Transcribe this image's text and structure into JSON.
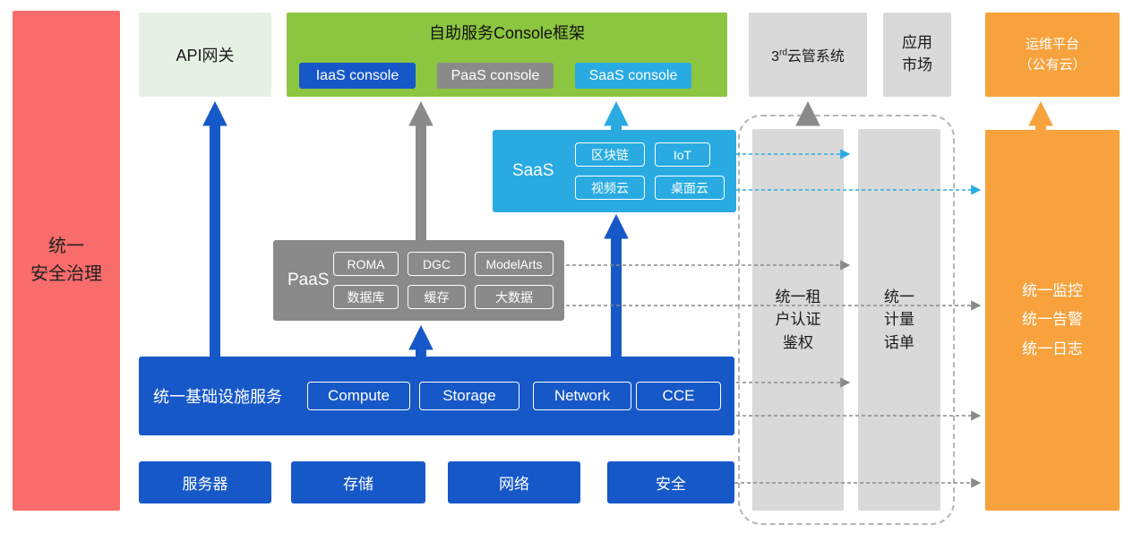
{
  "security_bar": {
    "label": "统一\n安全治理"
  },
  "api_gateway": {
    "label": "API网关"
  },
  "console_frame": {
    "title": "自助服务Console框架",
    "consoles": [
      {
        "label": "IaaS console"
      },
      {
        "label": "PaaS console"
      },
      {
        "label": "SaaS console"
      }
    ]
  },
  "third_cloud_mgmt": {
    "prefix": "3",
    "superscript": "rd",
    "suffix": "云管系统"
  },
  "app_market": {
    "label": "应用\n市场"
  },
  "ops_platform": {
    "label": "运维平台\n（公有云）"
  },
  "saas_layer": {
    "label": "SaaS",
    "items": [
      "区块链",
      "IoT",
      "视频云",
      "桌面云"
    ]
  },
  "paas_layer": {
    "label": "PaaS",
    "items": [
      "ROMA",
      "DGC",
      "ModelArts",
      "数据库",
      "缓存",
      "大数据"
    ]
  },
  "infra_layer": {
    "label": "统一基础设施服务",
    "items": [
      "Compute",
      "Storage",
      "Network",
      "CCE"
    ]
  },
  "hardware_row": {
    "items": [
      "服务器",
      "存储",
      "网络",
      "安全"
    ]
  },
  "auth_bar": {
    "label": "统一租\n户认证\n鉴权"
  },
  "metering_bar": {
    "label": "统一\n计量\n话单"
  },
  "monitoring_bar": {
    "label": "统一监控\n统一告警\n统一日志"
  },
  "colors": {
    "blue": "#1658C8",
    "gray": "#8A8A8A",
    "cyan": "#29ABE2",
    "orange": "#F7A23D",
    "green": "#8CC540",
    "light_green": "#E5F2E3",
    "red": "#F86C6B",
    "light_gray": "#D9D9D9"
  }
}
